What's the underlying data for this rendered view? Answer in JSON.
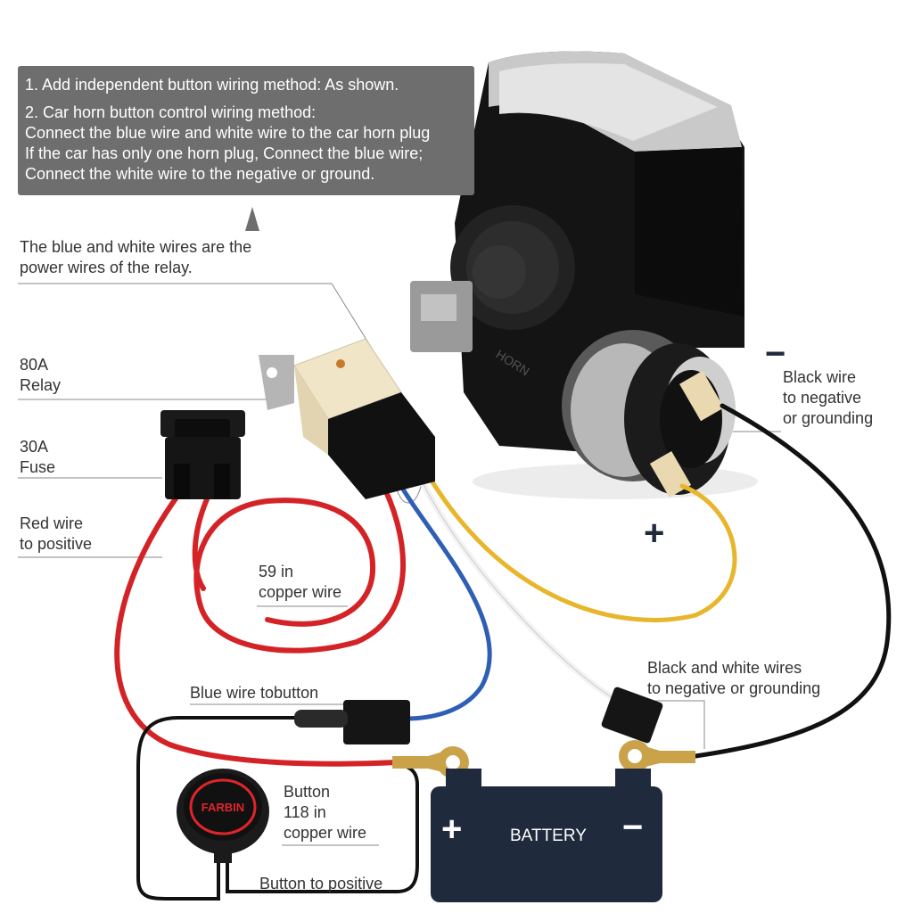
{
  "instructions": {
    "step1": "1.  Add independent button wiring method: As shown.",
    "step2": "2.  Car horn button control wiring method:",
    "lines": [
      "Connect the blue wire and white wire to the car horn plug",
      "If the car has only one horn plug, Connect the blue wire;",
      "Connect the white wire to the negative or ground."
    ]
  },
  "labels": {
    "relay_power": [
      "The blue and white wires are the",
      "power wires of the relay."
    ],
    "relay": [
      "80A",
      "Relay"
    ],
    "fuse": [
      "30A",
      "Fuse"
    ],
    "red_wire": [
      "Red wire",
      "to positive"
    ],
    "copper_wire": [
      "59 in",
      "copper wire"
    ],
    "blue_wire": "Blue wire tobutton",
    "button": [
      "Button",
      "118 in",
      "copper wire"
    ],
    "button_positive": "Button to positive",
    "black_wire": [
      "Black wire",
      "to negative",
      "or grounding"
    ],
    "black_white": [
      "Black and white wires",
      "to negative or grounding"
    ]
  },
  "signs": {
    "horn_minus": "−",
    "horn_plus": "+",
    "battery_plus": "+",
    "battery_minus": "−"
  },
  "horn_embossed_text": "HORN",
  "battery": {
    "label": "BATTERY"
  },
  "button_brand": "FARBIN",
  "colors": {
    "red_wire": "#d42327",
    "blue_wire": "#2f5fb5",
    "white_wire": "#f2f2f2",
    "yellow_wire": "#e8b62c",
    "black_wire": "#111111",
    "battery": "#1f2a3c",
    "note_bg": "#6e6e6e",
    "leader_line": "#8a8a8a"
  }
}
